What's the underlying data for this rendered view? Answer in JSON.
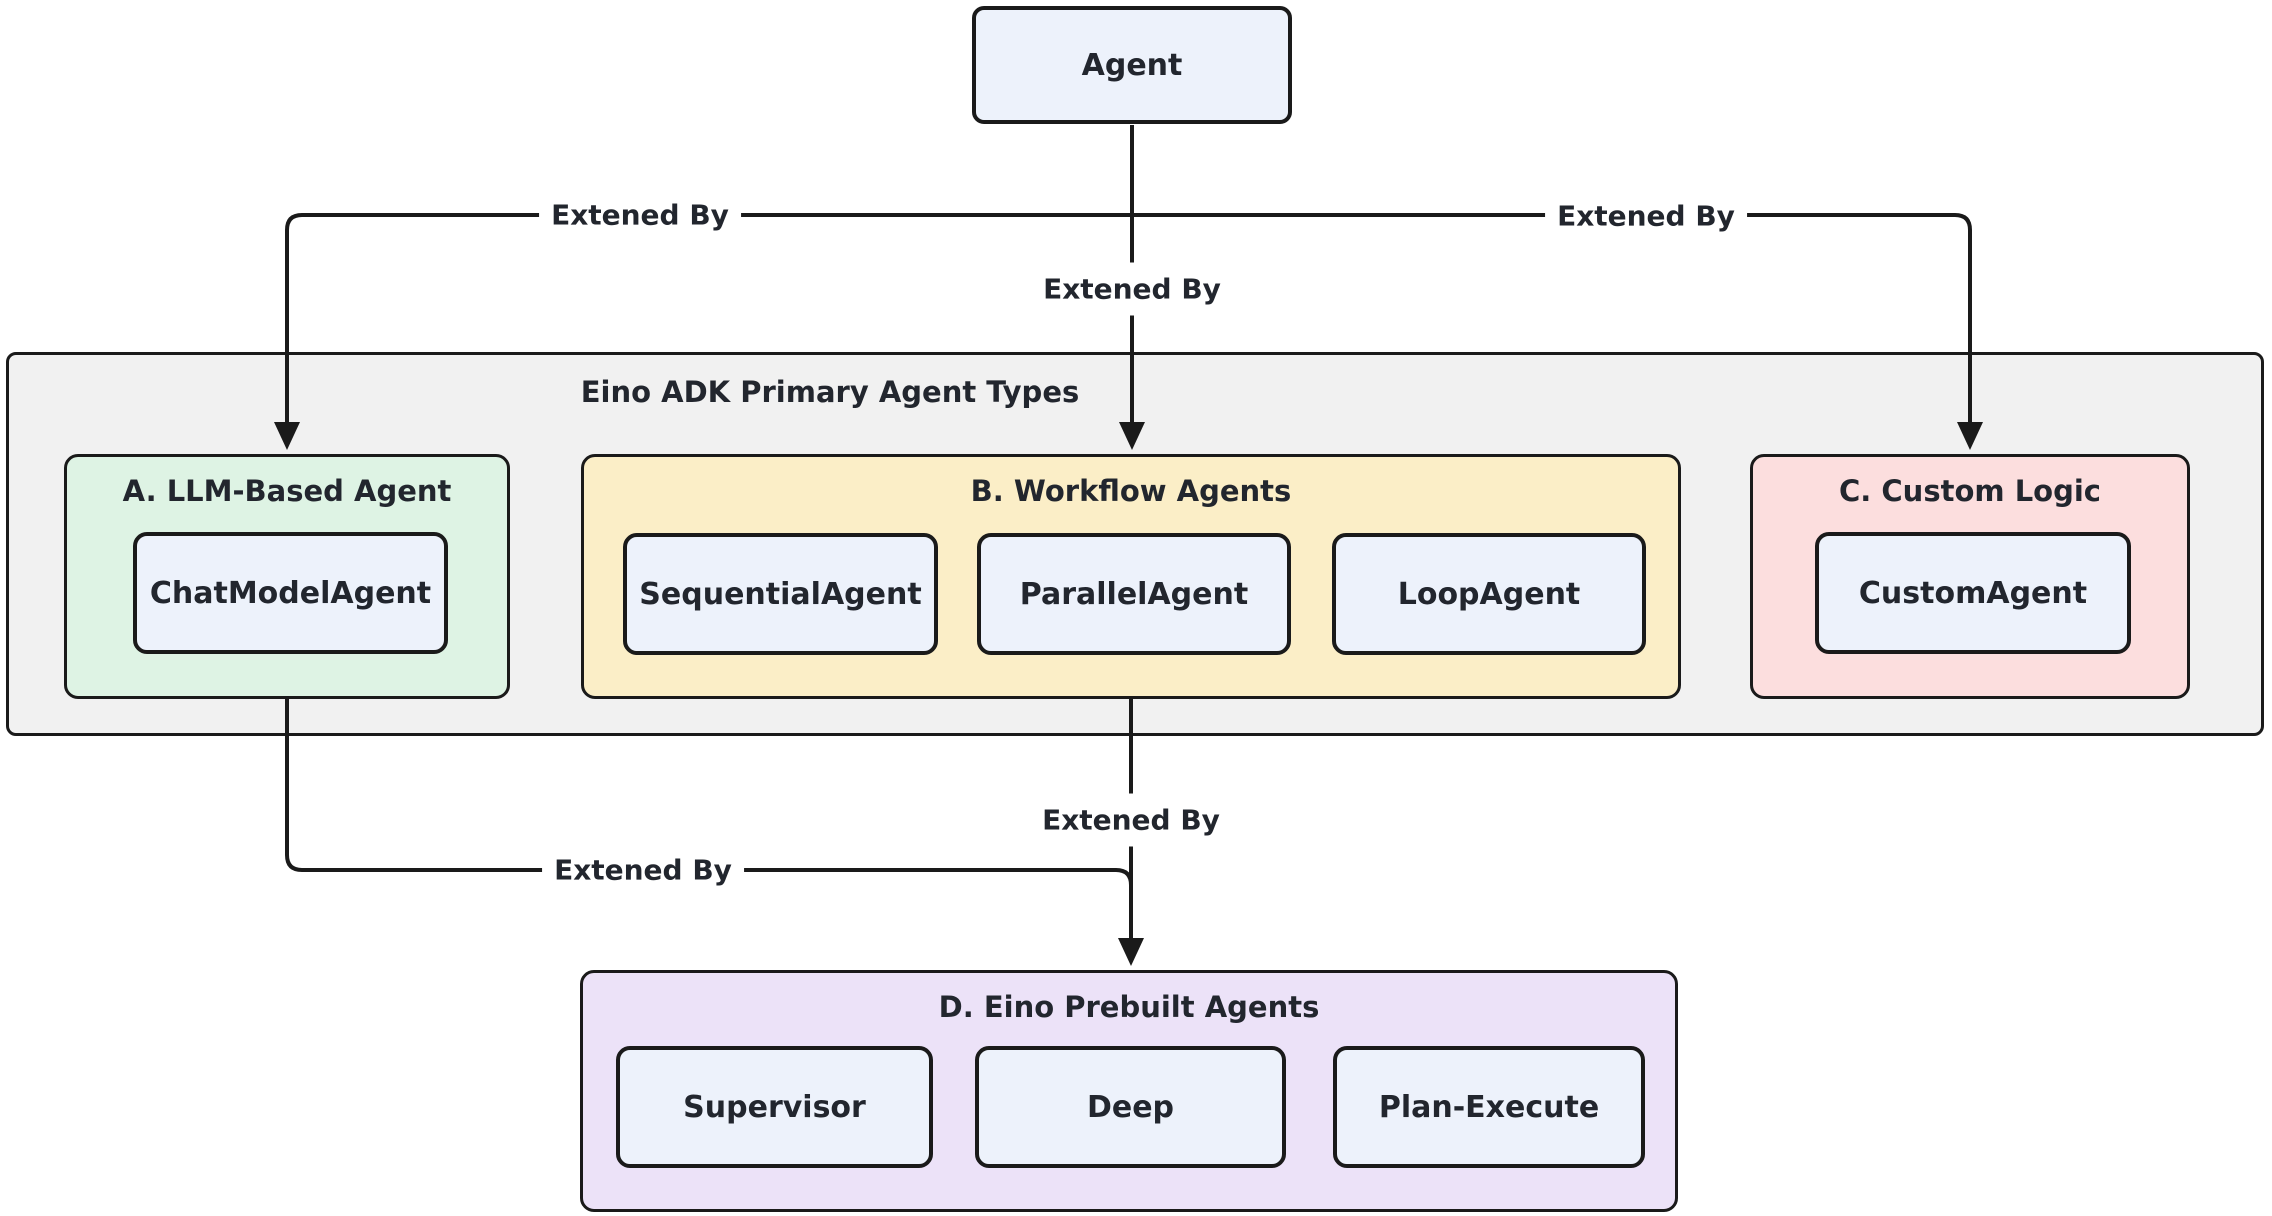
{
  "diagram": {
    "container": {
      "title": "Eino ADK Primary Agent Types"
    },
    "root_node": {
      "label": "Agent"
    },
    "groups": {
      "a": {
        "title": "A. LLM-Based Agent",
        "children": [
          "ChatModelAgent"
        ]
      },
      "b": {
        "title": "B. Workflow Agents",
        "children": [
          "SequentialAgent",
          "ParallelAgent",
          "LoopAgent"
        ]
      },
      "c": {
        "title": "C. Custom Logic",
        "children": [
          "CustomAgent"
        ]
      },
      "d": {
        "title": "D. Eino Prebuilt Agents",
        "children": [
          "Supervisor",
          "Deep",
          "Plan-Execute"
        ]
      }
    },
    "edges": {
      "agent_to_a": {
        "label": "Extened By"
      },
      "agent_to_b": {
        "label": "Extened By"
      },
      "agent_to_c": {
        "label": "Extened By"
      },
      "b_to_d": {
        "label": "Extened By"
      },
      "a_to_d": {
        "label": "Extened By"
      }
    }
  },
  "colors": {
    "line": "#1a1a1a",
    "text": "#22262e",
    "node-fill": "#edf2fb",
    "container-fill": "#f1f1f1",
    "group-a-fill": "#def3e4",
    "group-b-fill": "#fbeec7",
    "group-c-fill": "#fcdede",
    "group-d-fill": "#ece2f8"
  }
}
